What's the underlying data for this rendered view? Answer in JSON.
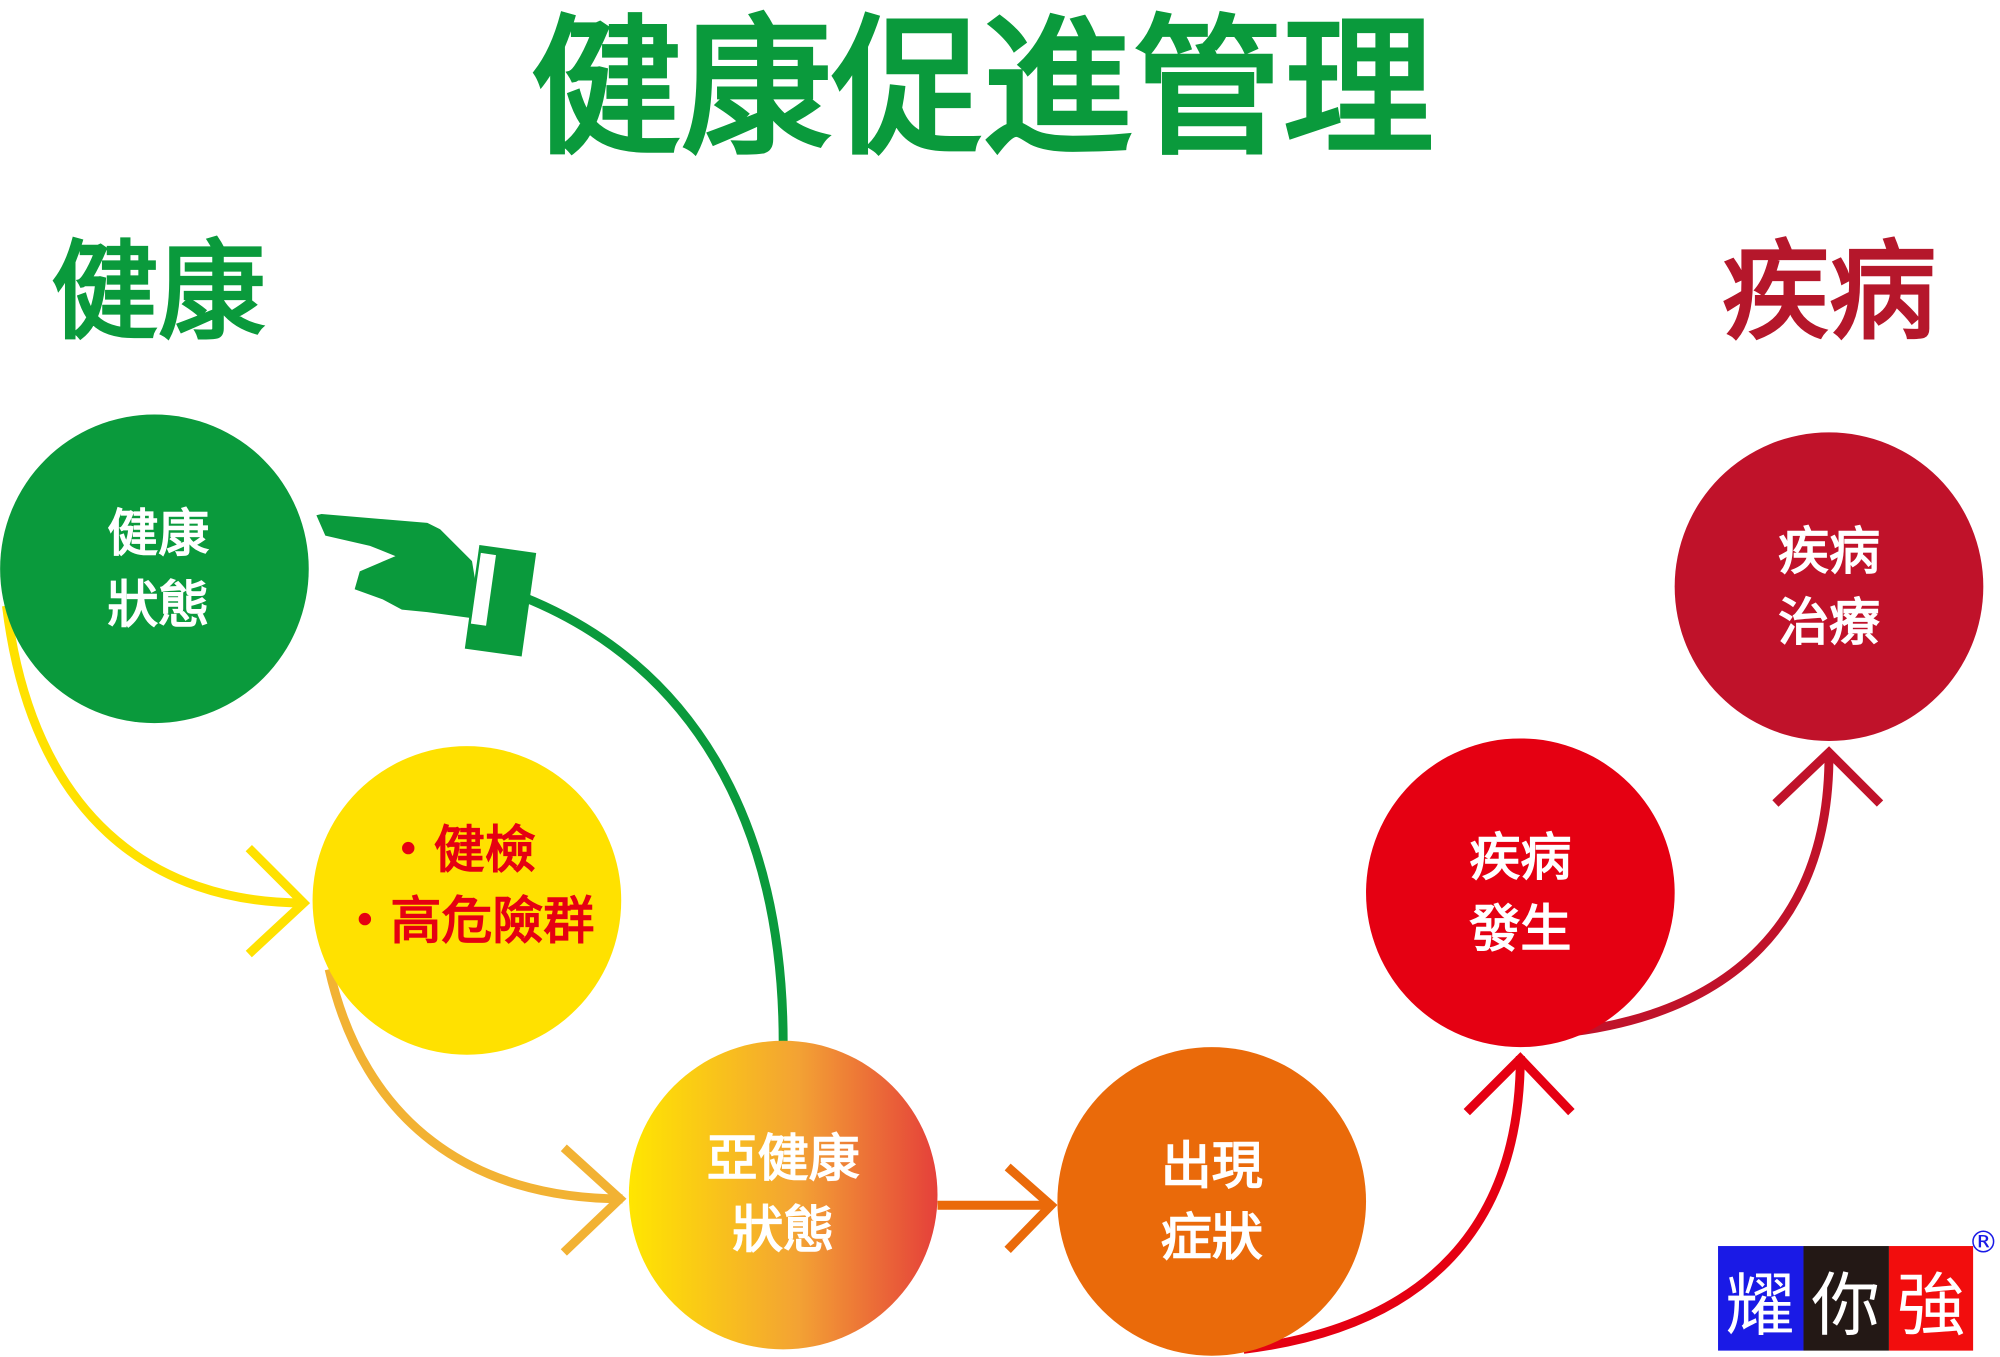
{
  "title": "健康促進管理",
  "left_label": "健康",
  "right_label": "疾病",
  "stages": [
    {
      "line1": "健康",
      "line2": "狀態"
    },
    {
      "line1": "・健檢",
      "line2": "・高危險群"
    },
    {
      "line1": "亞健康",
      "line2": "狀態"
    },
    {
      "line1": "出現",
      "line2": "症狀"
    },
    {
      "line1": "疾病",
      "line2": "發生"
    },
    {
      "line1": "疾病",
      "line2": "治療"
    }
  ],
  "logo": {
    "chars": [
      "耀",
      "你",
      "強"
    ],
    "mark": "®"
  },
  "colors": {
    "green": "#0A9A3C",
    "yellow": "#FFE100",
    "amber": "#F2B233",
    "orange": "#EA6A0A",
    "red": "#E50012",
    "dark_red": "#C0122A",
    "disease_label": "#B5172B"
  }
}
